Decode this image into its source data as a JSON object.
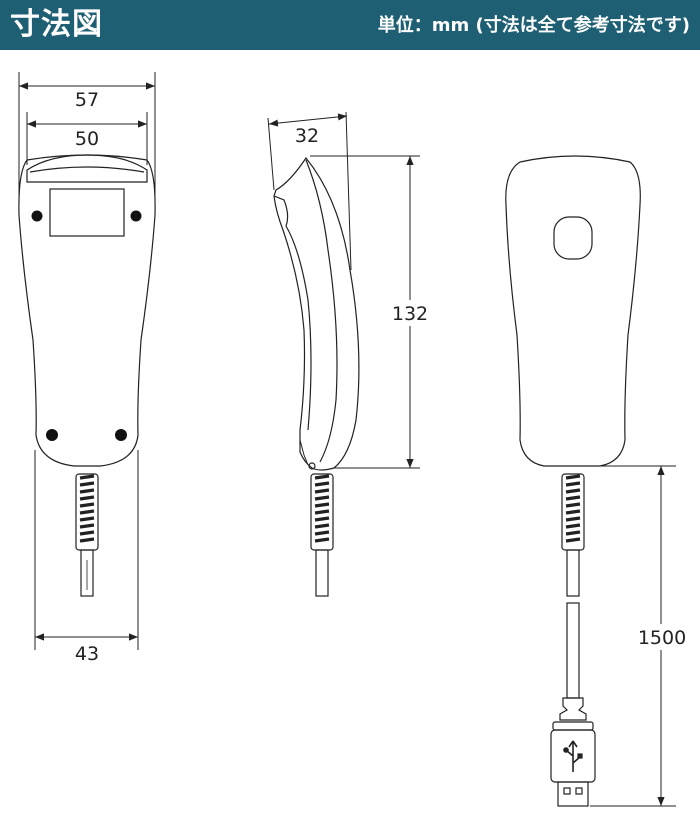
{
  "header": {
    "title": "寸法図",
    "unit_note": "単位：mm (寸法は全て参考寸法です)"
  },
  "dimensions": {
    "width_overall": "57",
    "width_inner": "50",
    "width_bottom": "43",
    "depth": "32",
    "height": "132",
    "cable_length": "1500"
  },
  "colors": {
    "header_bg": "#1e5f73",
    "line": "#222222"
  }
}
